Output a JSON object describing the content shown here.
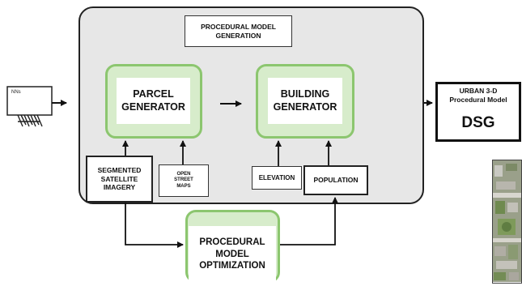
{
  "diagram": {
    "title": "PROCEDURAL MODEL\nGENERATION",
    "nodes": {
      "parcel_generator": "PARCEL\nGENERATOR",
      "building_generator": "BUILDING\nGENERATOR",
      "segmented_imagery": "SEGMENTED\nSATELLITE\nIMAGERY",
      "open_street_maps": "OPEN\nSTREET\nMAPS",
      "elevation": "ELEVATION",
      "population": "POPULATION",
      "optimization": "PROCEDURAL\nMODEL\nOPTIMIZATION",
      "output_line1": "URBAN 3-D\nProcedural Model",
      "output_line2": "DSG",
      "input_label": "NNs"
    },
    "colors": {
      "panel": "#e7e7e7",
      "green_fill": "#d7eccb",
      "green_border": "#8cc66f"
    }
  }
}
